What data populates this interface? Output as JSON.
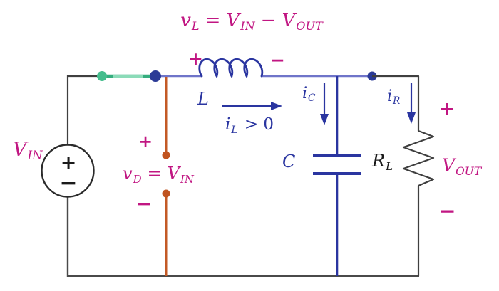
{
  "colors": {
    "magenta": "#c11682",
    "ink_blue": "#2a35a0",
    "slate_wire": "#6f74c9",
    "switch_green": "#35ad7e",
    "switch_green_light": "#8bdbb8",
    "diode_orange": "#c35a26",
    "wire_black": "#3f3f3f"
  },
  "labels": {
    "inductor_eq": {
      "t1": "v",
      "s1": "L",
      "t2": "=",
      "t3": "V",
      "s3": "IN",
      "t4": "−",
      "t5": "V",
      "s5": "OUT"
    },
    "inductor_plus": "+",
    "inductor_minus": "−",
    "inductor_name": "L",
    "inductor_current": {
      "t1": "i",
      "s1": "L",
      "t2": "> 0"
    },
    "source_name": {
      "t1": "V",
      "s1": "IN"
    },
    "source_plus": "+",
    "source_minus": "−",
    "diode_plus": "+",
    "diode_eq": {
      "t1": "v",
      "s1": "D",
      "t2": "=",
      "t3": "V",
      "s3": "IN"
    },
    "diode_minus": "−",
    "cap_current": {
      "t1": "i",
      "s1": "C"
    },
    "cap_name": "C",
    "load_name": {
      "t1": "R",
      "s1": "L"
    },
    "load_current": {
      "t1": "i",
      "s1": "R"
    },
    "output_plus": "+",
    "output_name": {
      "t1": "V",
      "s1": "OUT"
    },
    "output_minus": "−"
  }
}
